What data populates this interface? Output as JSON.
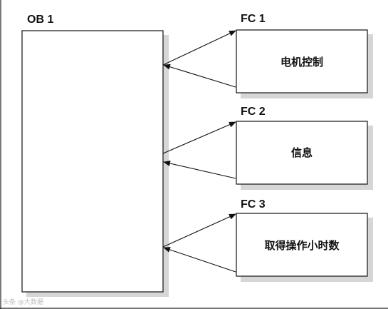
{
  "main_block": {
    "label": "OB 1"
  },
  "functions": [
    {
      "label": "FC 1",
      "text": "电机控制"
    },
    {
      "label": "FC 2",
      "text": "信息"
    },
    {
      "label": "FC 3",
      "text": "取得操作小时数"
    }
  ],
  "watermark": "头条 @大数据",
  "colors": {
    "line": "#111111",
    "shadow": "#d6d6d6",
    "background": "#ffffff"
  }
}
